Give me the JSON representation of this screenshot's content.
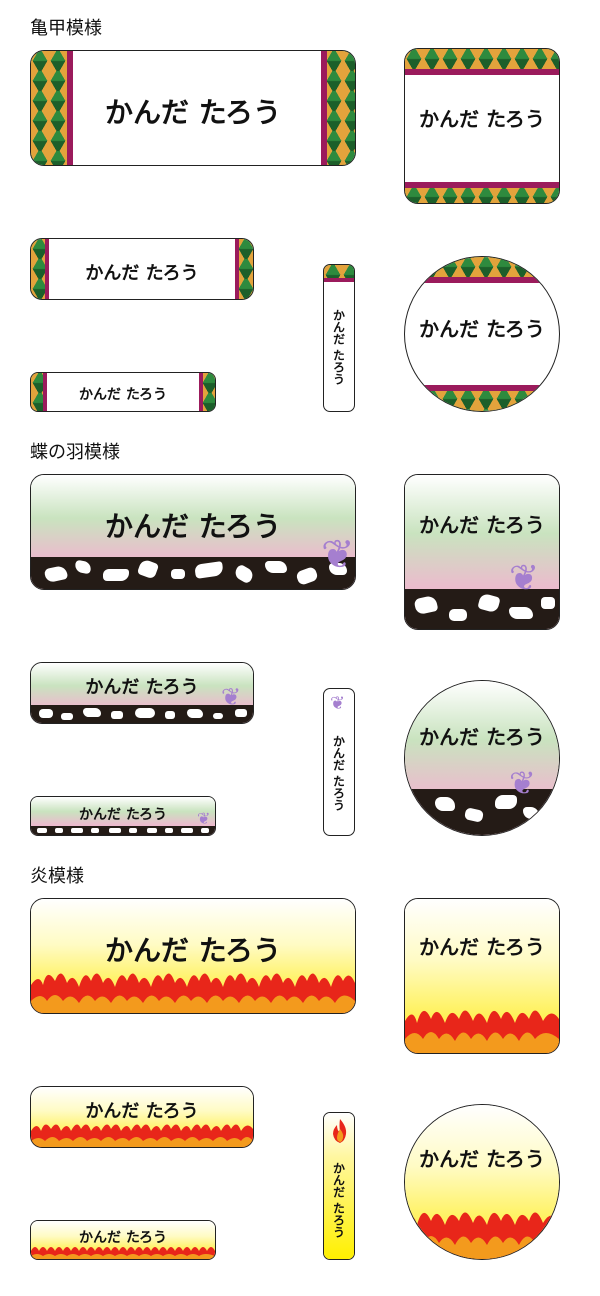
{
  "sections": [
    {
      "title": "亀甲模様"
    },
    {
      "title": "蝶の羽模様"
    },
    {
      "title": "炎模様"
    }
  ],
  "sample_name": "かんだ たろう",
  "sample_name_two_line": "かんだ\nたろう",
  "colors": {
    "kikko_green": "#2e8a3e",
    "kikko_orange": "#e3a33c",
    "kikko_band": "#9b1b5c",
    "butterfly_purple": "#a57fcf",
    "rock_dark": "#241b16",
    "flame_red": "#e8261a",
    "flame_yellow": "#fff000"
  },
  "icons": [
    "butterfly-icon",
    "flame-icon"
  ]
}
